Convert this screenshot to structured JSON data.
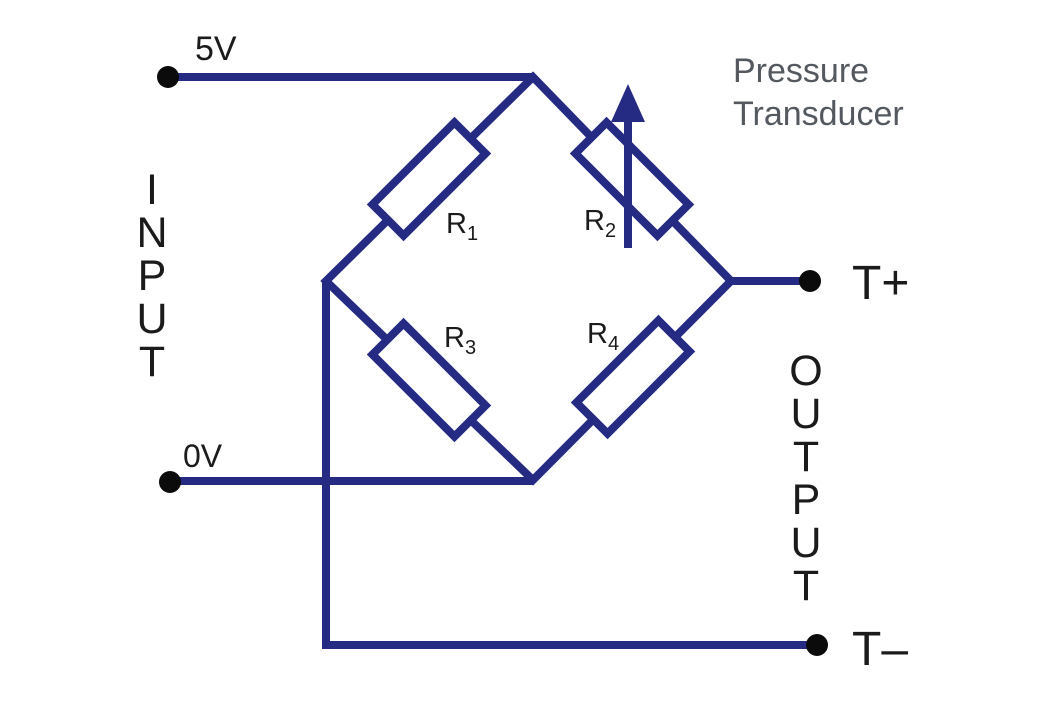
{
  "diagram": {
    "title": "Pressure Transducer",
    "type": "wheatstone-bridge-circuit",
    "input_label": "INPUT",
    "output_label": "OUTPUT",
    "supply_positive_label": "5V",
    "supply_negative_label": "0V",
    "output_positive_label": "T+",
    "output_negative_label": "T–",
    "resistors": [
      {
        "name": "R",
        "sub": "1",
        "variable": false
      },
      {
        "name": "R",
        "sub": "2",
        "variable": true
      },
      {
        "name": "R",
        "sub": "3",
        "variable": false
      },
      {
        "name": "R",
        "sub": "4",
        "variable": false
      }
    ],
    "colors": {
      "wire": "#252a82",
      "terminal": "#0b0b0b",
      "label": "#1b1b1b",
      "title": "#54595f",
      "background": "#ffffff"
    }
  }
}
